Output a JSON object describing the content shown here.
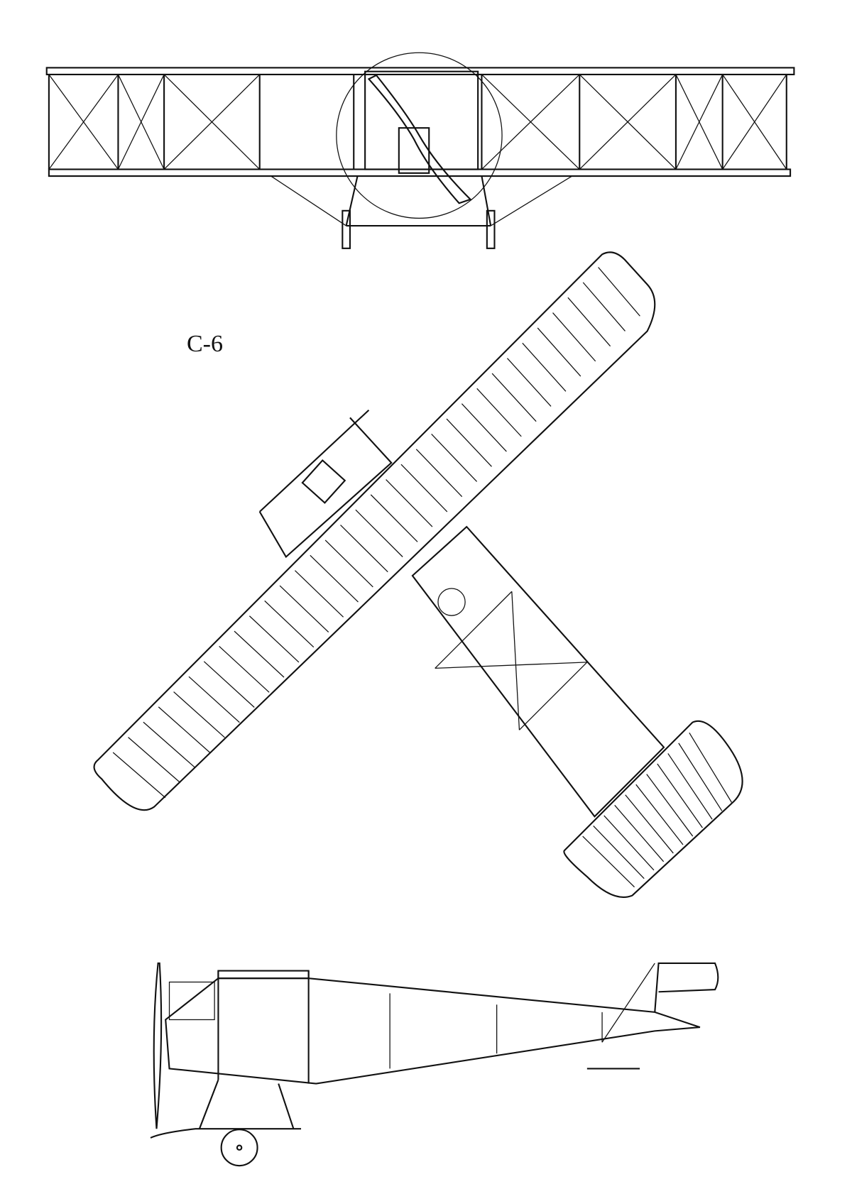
{
  "drawing": {
    "designation": "C-6",
    "views": [
      "front-view",
      "top-view",
      "side-view"
    ]
  }
}
